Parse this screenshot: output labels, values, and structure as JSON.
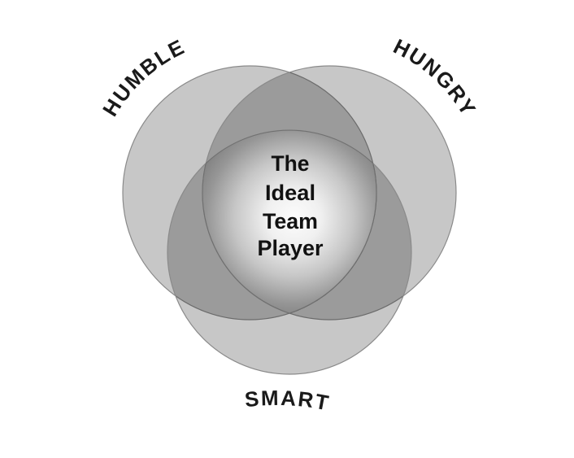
{
  "diagram": {
    "type": "venn-3-circle",
    "title": "The Ideal Team Player",
    "center_label_lines": [
      "The",
      "Ideal",
      "Team",
      "Player"
    ],
    "circle_labels": {
      "top_left": "HUMBLE",
      "top_right": "HUNGRY",
      "bottom": "SMART"
    },
    "colors": {
      "background": "#ffffff",
      "single_region": "#c7c7c7",
      "double_region": "#9b9b9b",
      "circle_stroke": "#8a8a8a",
      "center_region_stroke": "#707070",
      "center_gradient_inner": "#fcfcfc",
      "center_gradient_mid_light": "#f0f0f0",
      "center_gradient_mid": "#c6c6c6",
      "center_gradient_dark": "#969696",
      "center_gradient_outer": "#7b7b7b",
      "center_text": "#111111",
      "label_text": "#1a1a1a"
    }
  }
}
